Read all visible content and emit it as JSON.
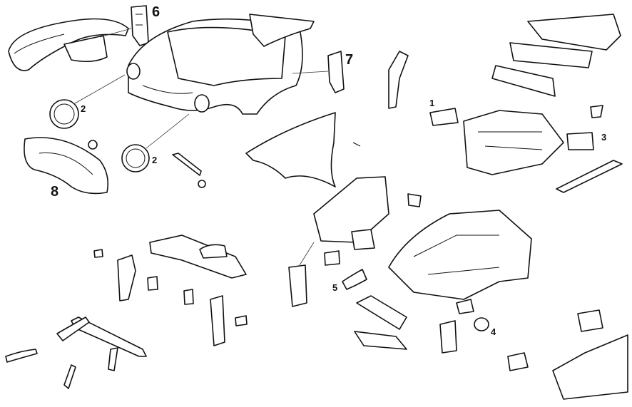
{
  "diagram": {
    "title": "",
    "colors": {
      "line": "#111111",
      "background": "#ffffff"
    },
    "callouts": [
      {
        "id": "1",
        "label": "1"
      },
      {
        "id": "2a",
        "label": "2"
      },
      {
        "id": "2b",
        "label": "2"
      },
      {
        "id": "3",
        "label": "3"
      },
      {
        "id": "4",
        "label": "4"
      },
      {
        "id": "5",
        "label": "5"
      },
      {
        "id": "6",
        "label": "6"
      },
      {
        "id": "7",
        "label": "7"
      },
      {
        "id": "8",
        "label": "8"
      }
    ]
  }
}
